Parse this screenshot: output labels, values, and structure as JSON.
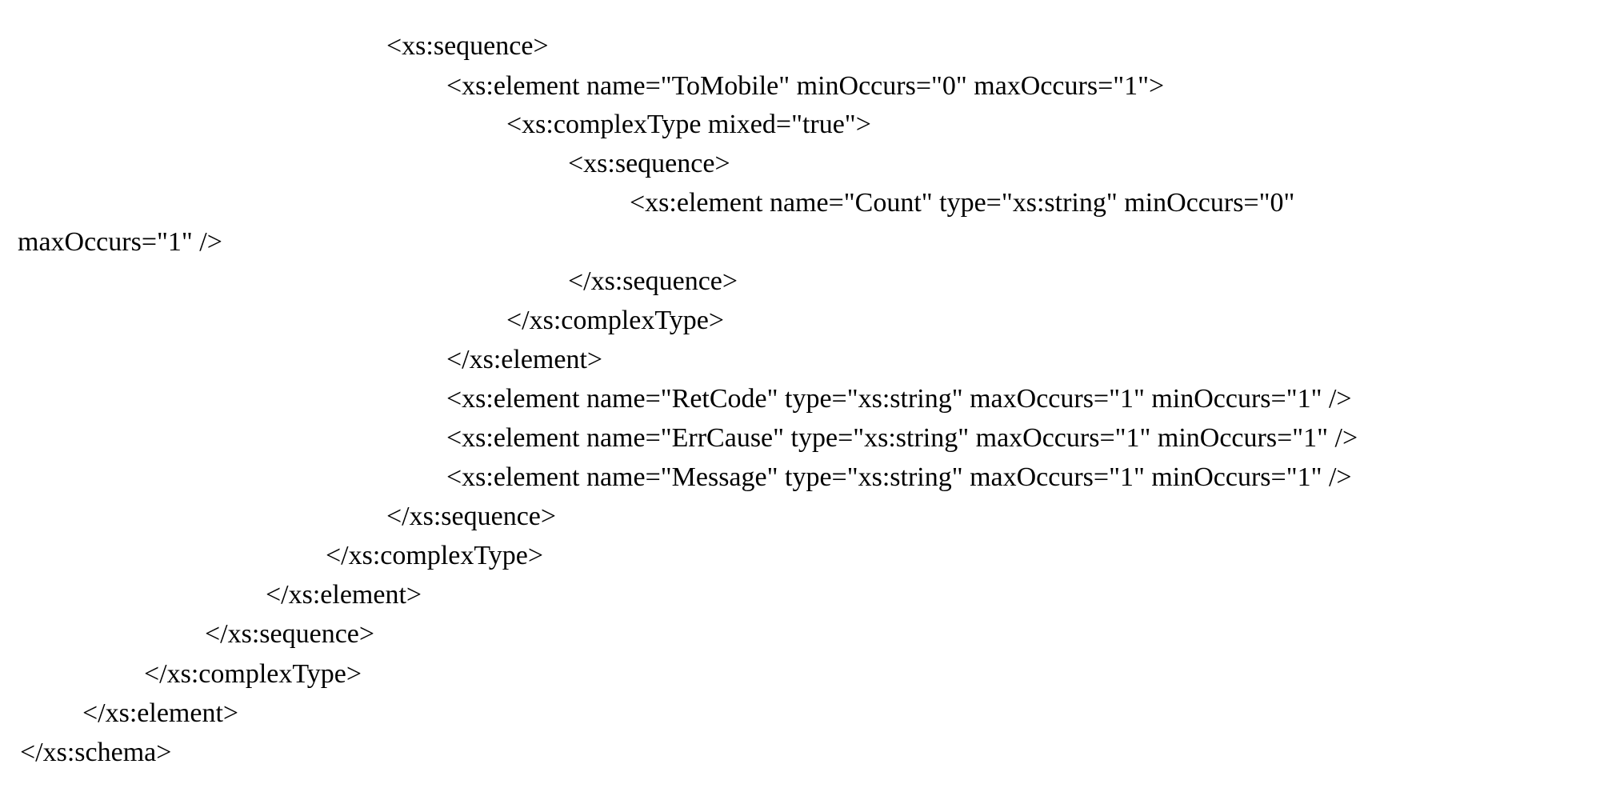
{
  "document": {
    "lines": [
      "<xs:sequence>",
      "<xs:element name=\"ToMobile\" minOccurs=\"0\" maxOccurs=\"1\">",
      "<xs:complexType mixed=\"true\">",
      "<xs:sequence>",
      "<xs:element name=\"Count\" type=\"xs:string\" minOccurs=\"0\"",
      "maxOccurs=\"1\" />",
      "</xs:sequence>",
      "</xs:complexType>",
      "</xs:element>",
      "<xs:element name=\"RetCode\" type=\"xs:string\" maxOccurs=\"1\" minOccurs=\"1\" />",
      "<xs:element name=\"ErrCause\" type=\"xs:string\" maxOccurs=\"1\" minOccurs=\"1\" />",
      "<xs:element name=\"Message\" type=\"xs:string\" maxOccurs=\"1\" minOccurs=\"1\" />",
      "</xs:sequence>",
      "</xs:complexType>",
      "</xs:element>",
      "</xs:sequence>",
      "</xs:complexType>",
      "</xs:element>",
      "</xs:schema>"
    ]
  }
}
